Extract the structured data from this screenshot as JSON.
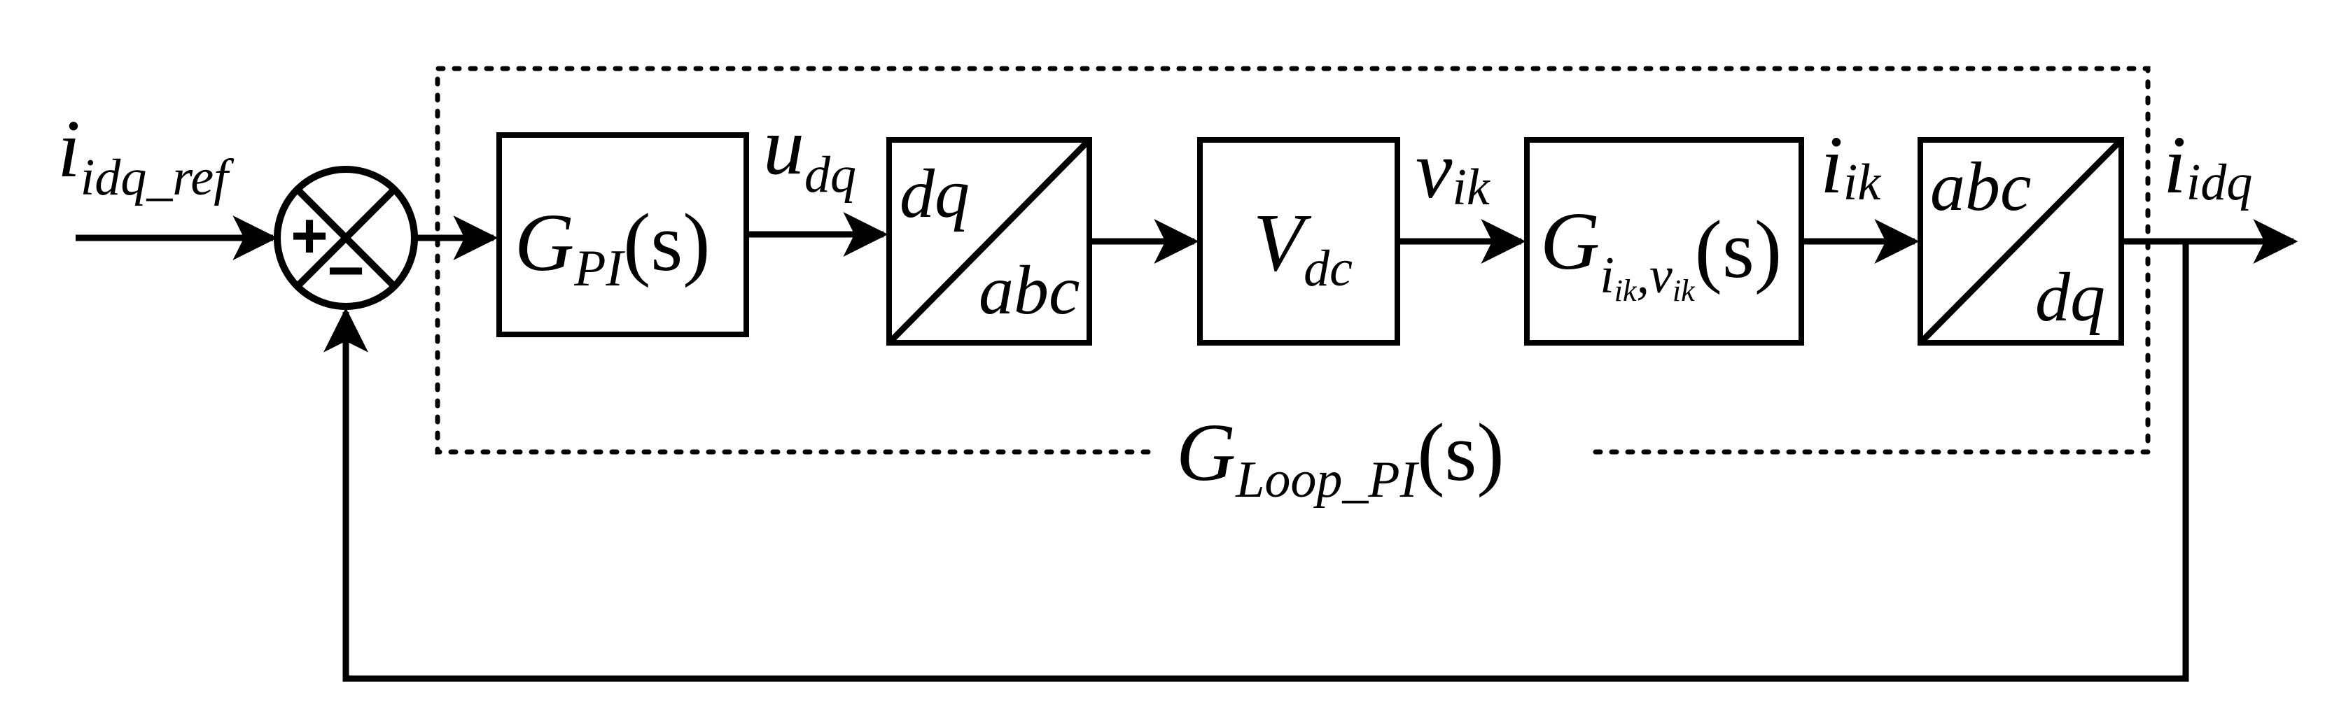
{
  "colors": {
    "stroke": "#000000",
    "background": "#ffffff"
  },
  "signals": {
    "reference": {
      "base": "i",
      "sub": "idq_ref"
    },
    "u_dq": {
      "base": "u",
      "sub": "dq"
    },
    "v_ik": {
      "base": "v",
      "sub": "ik"
    },
    "i_ik": {
      "base": "i",
      "sub": "ik"
    },
    "i_idq": {
      "base": "i",
      "sub": "idq"
    }
  },
  "summing_junction": {
    "plus": "+",
    "minus": "−"
  },
  "blocks": {
    "pi": {
      "base": "G",
      "sub": "PI",
      "arg": "(s)"
    },
    "dq_abc": {
      "top": "dq",
      "bottom": "abc"
    },
    "vdc": {
      "base": "V",
      "sub": "dc"
    },
    "plant": {
      "base": "G",
      "sub1": "i",
      "sub1_sub": "ik",
      "sep": ",",
      "sub2": "v",
      "sub2_sub": "ik",
      "arg": "(s)"
    },
    "abc_dq": {
      "top": "abc",
      "bottom": "dq"
    }
  },
  "loop_label": {
    "base": "G",
    "sub": "Loop_PI",
    "arg": "(s)"
  }
}
